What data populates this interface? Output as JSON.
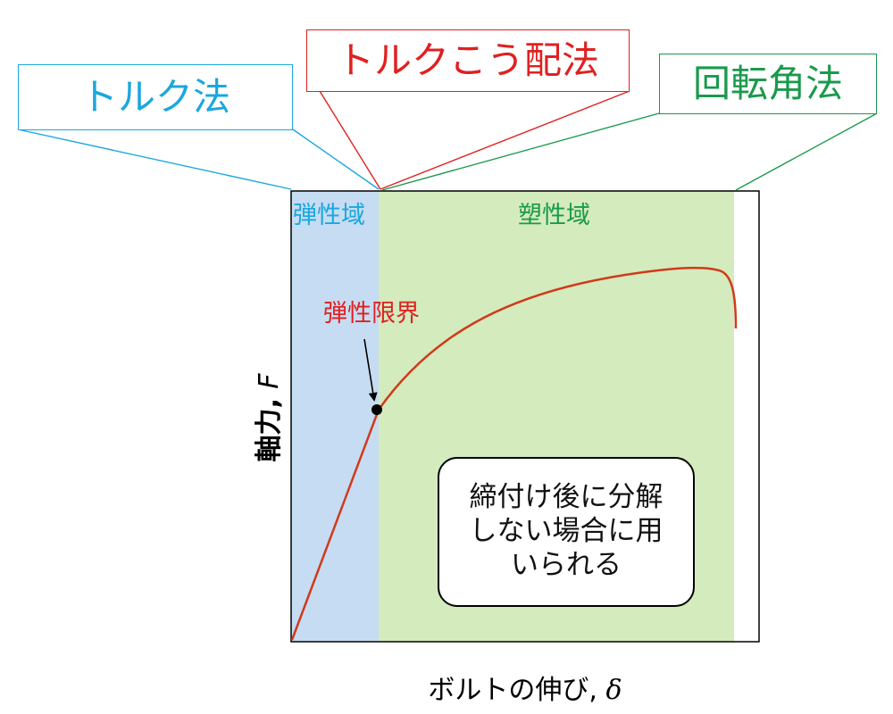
{
  "callouts": {
    "torque_method": "トルク法",
    "torque_gradient_method": "トルクこう配法",
    "turn_of_nut_method": "回転角法"
  },
  "regions": {
    "elastic": "弾性域",
    "plastic": "塑性域"
  },
  "annotations": {
    "elastic_limit": "弾性限界"
  },
  "note": "締付け後に分解\nしない場合に用\nいられる",
  "axes": {
    "y_label": "軸力, ",
    "y_symbol": "F",
    "x_label": "ボルトの伸び, ",
    "x_symbol": "δ"
  },
  "colors": {
    "torque_method": "#1aa7de",
    "torque_gradient_method": "#e02020",
    "turn_of_nut_method": "#1a9a4c",
    "elastic_fill": "#c6dcf2",
    "plastic_fill": "#d4ebbd",
    "curve": "#d03a1a"
  }
}
